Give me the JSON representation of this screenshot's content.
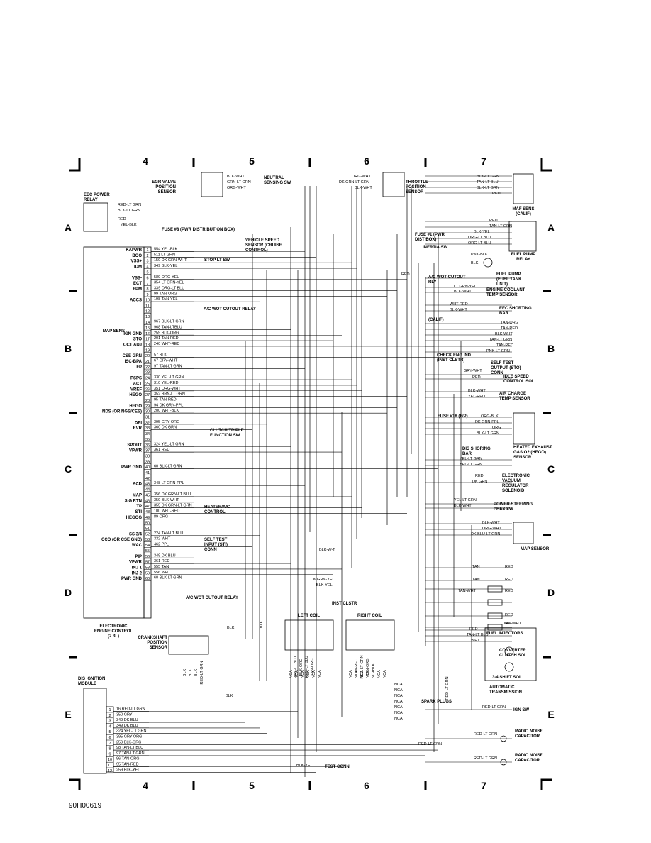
{
  "grid": {
    "columns": [
      "4",
      "5",
      "6",
      "7"
    ],
    "rows": [
      "A",
      "B",
      "C",
      "D",
      "E"
    ]
  },
  "figure_id": "90H00619",
  "eec": {
    "title": "ELECTRONIC ENGINE CONTROL (2.3L)",
    "pins": [
      {
        "n": "1",
        "label": "KAPWR",
        "wire": "554 YEL-BLK"
      },
      {
        "n": "2",
        "label": "BOO",
        "wire": "511 LT GRN"
      },
      {
        "n": "3",
        "label": "VSS+",
        "wire": "150 DK GRN-WHT"
      },
      {
        "n": "4",
        "label": "IDM",
        "wire": "349 BLK-YEL"
      },
      {
        "n": "5",
        "label": "",
        "wire": ""
      },
      {
        "n": "6",
        "label": "VSS-",
        "wire": "589 ORG-YEL"
      },
      {
        "n": "7",
        "label": "ECT",
        "wire": "354 LT GRN-YEL"
      },
      {
        "n": "8",
        "label": "FPM",
        "wire": "339 ORG-LT BLU"
      },
      {
        "n": "9",
        "label": "",
        "wire": "99 TAN-ORG"
      },
      {
        "n": "10",
        "label": "ACCS",
        "wire": "198 TAN-YEL"
      },
      {
        "n": "11",
        "label": "",
        "wire": ""
      },
      {
        "n": "12",
        "label": "",
        "wire": ""
      },
      {
        "n": "13",
        "label": "",
        "wire": ""
      },
      {
        "n": "14",
        "label": "",
        "wire": "967 BLK-LT GRN"
      },
      {
        "n": "15",
        "label": "",
        "wire": "968 TAN-LTBLU"
      },
      {
        "n": "16",
        "label": "IGN GND",
        "wire": "259 BLK-ORG"
      },
      {
        "n": "17",
        "label": "STO",
        "wire": "201 TAN-RED"
      },
      {
        "n": "18",
        "label": "OCT ADJ",
        "wire": "240 WHT-RED"
      },
      {
        "n": "19",
        "label": "",
        "wire": ""
      },
      {
        "n": "20",
        "label": "CSE GRN",
        "wire": "57 BLK"
      },
      {
        "n": "21",
        "label": "ISC-BPA",
        "wire": "67 GRY-WHT"
      },
      {
        "n": "22",
        "label": "FP",
        "wire": "97 TAN-LT GRN"
      },
      {
        "n": "23",
        "label": "",
        "wire": ""
      },
      {
        "n": "24",
        "label": "PSPS",
        "wire": "330 YEL-LT GRN"
      },
      {
        "n": "25",
        "label": "ACT",
        "wire": "310 YEL-RED"
      },
      {
        "n": "26",
        "label": "VREF",
        "wire": "351 ORG-WHT"
      },
      {
        "n": "27",
        "label": "HEGO",
        "wire": "352 BRN-LT GRN"
      },
      {
        "n": "28",
        "label": "",
        "wire": "95 TAN-RED"
      },
      {
        "n": "29",
        "label": "HEGO",
        "wire": "94 DK GRN-PPL"
      },
      {
        "n": "30",
        "label": "NDS (OR NGS/CES)",
        "wire": "200 WHT-BLK"
      },
      {
        "n": "31",
        "label": "",
        "wire": ""
      },
      {
        "n": "32",
        "label": "DPI",
        "wire": "395 GRY-ORG"
      },
      {
        "n": "33",
        "label": "EVR",
        "wire": "360 DK GRN"
      },
      {
        "n": "34",
        "label": "",
        "wire": ""
      },
      {
        "n": "35",
        "label": "",
        "wire": ""
      },
      {
        "n": "36",
        "label": "SPOUT",
        "wire": "324 YEL-LT GRN"
      },
      {
        "n": "37",
        "label": "VPWR",
        "wire": "361 RED"
      },
      {
        "n": "38",
        "label": "",
        "wire": ""
      },
      {
        "n": "39",
        "label": "",
        "wire": ""
      },
      {
        "n": "40",
        "label": "PWR GND",
        "wire": "60 BLK-LT GRN"
      },
      {
        "n": "41",
        "label": "",
        "wire": ""
      },
      {
        "n": "42",
        "label": "",
        "wire": ""
      },
      {
        "n": "43",
        "label": "ACD",
        "wire": "348 LT GRN-PPL"
      },
      {
        "n": "44",
        "label": "",
        "wire": ""
      },
      {
        "n": "45",
        "label": "MAP",
        "wire": "356 DK GRN-LT BLU"
      },
      {
        "n": "46",
        "label": "SIG RTN",
        "wire": "359 BLK-WHT"
      },
      {
        "n": "47",
        "label": "TP",
        "wire": "355 DK GRN-LT GRN"
      },
      {
        "n": "48",
        "label": "STI",
        "wire": "100 WHT-RED"
      },
      {
        "n": "49",
        "label": "HEGOG",
        "wire": "89 ORG"
      },
      {
        "n": "50",
        "label": "",
        "wire": ""
      },
      {
        "n": "51",
        "label": "",
        "wire": ""
      },
      {
        "n": "52",
        "label": "SS 3/4",
        "wire": "224 TAN-LT BLU"
      },
      {
        "n": "53",
        "label": "CCO (OR CSE GND)",
        "wire": "332 WHT"
      },
      {
        "n": "54",
        "label": "WAC",
        "wire": "462 PPL"
      },
      {
        "n": "55",
        "label": "",
        "wire": ""
      },
      {
        "n": "56",
        "label": "PIP",
        "wire": "349 DK BLU"
      },
      {
        "n": "57",
        "label": "VPWR",
        "wire": "361 RED"
      },
      {
        "n": "58",
        "label": "INJ 1",
        "wire": "555 TAN"
      },
      {
        "n": "59",
        "label": "INJ 2",
        "wire": "556 WHT"
      },
      {
        "n": "60",
        "label": "PWR GND",
        "wire": "60 BLK-LT GRN"
      }
    ]
  },
  "dis_module": {
    "title": "DIS IGNITION MODULE",
    "pins": [
      {
        "n": "1",
        "wire": "16 RED-LT GRN"
      },
      {
        "n": "2",
        "wire": "350 GRY"
      },
      {
        "n": "3",
        "wire": "349 DK BLU"
      },
      {
        "n": "4",
        "wire": "349 DK BLU"
      },
      {
        "n": "5",
        "wire": "324 YEL-LT GRN"
      },
      {
        "n": "6",
        "wire": "395 GRY-ORG"
      },
      {
        "n": "7",
        "wire": "259 BLK-ORG"
      },
      {
        "n": "8",
        "wire": "98 TAN-LT BLU"
      },
      {
        "n": "9",
        "wire": "97 TAN-LT GRN"
      },
      {
        "n": "10",
        "wire": "96 TAN-ORG"
      },
      {
        "n": "11",
        "wire": "95 TAN-RED"
      },
      {
        "n": "12",
        "wire": "259 BLK-YEL"
      }
    ]
  },
  "components": {
    "eec_power_relay": "EEC POWER RELAY",
    "egr_sensor": "EGR VALVE POSITION SENSOR",
    "neutral_sw": "NEUTRAL SENSING SW",
    "throttle_sensor": "THROTTLE POSITION SENSOR",
    "maf_sens": "MAF SENS (CALIF)",
    "fuse8": "FUSE #8 (PWR DISTRIBUTION BOX)",
    "fuse1": "FUSE #1 (PWR DIST BOX)",
    "inertia_sw": "INERTIA SW",
    "fuel_pump_relay": "FUEL PUMP RELAY",
    "fuel_pump": "FUEL PUMP (FUEL TANK UNIT)",
    "vss": "VEHICLE SPEED SENSOR (CRUISE CONTROL)",
    "stop_lt_sw": "STOP LT SW",
    "ac_wot_relay": "A/C WOT CUTOUT RELAY",
    "ac_wot_cutout_rly": "A/C WOT CUTOUT RLY",
    "ect_sensor": "ENGINE COOLANT TEMP SENSOR",
    "eec_shorting_bar": "EEC SHORTING BAR",
    "calif": "(CALIF)",
    "check_eng": "CHECK ENG IND (INST CLSTR)",
    "self_test_output": "SELF TEST OUTPUT (STO) CONN",
    "idle_speed": "IDLE SPEED CONTROL SOL",
    "air_charge": "AIR CHARGE TEMP SENSOR",
    "fuse18": "FUSE #18 (F/P)",
    "hego_sensor": "HEATED EXHAUST GAS O2 (HEGO) SENSOR",
    "clutch_sw": "CLUTCH TRIPLE FUNCTION SW",
    "dis_shorting": "DIS SHORING BAR",
    "evr_sol": "ELECTRONIC VACUUM REGULATOR SOLENOID",
    "heater_ac": "HEATER/A/C CONTROL",
    "ps_press": "POWER STEERING PRES SW",
    "map_sensor": "MAP SENSOR",
    "self_test_input": "SELF TEST INPUT (STI) CONN",
    "ac_wot_relay2": "A/C WOT CUTOUT RELAY",
    "inst_clstr": "INST CLSTR",
    "fuel_injectors": "FUEL INJECTORS",
    "crank_sensor": "CRANKSHAFT POSITION SENSOR",
    "left_coil": "LEFT COIL",
    "right_coil": "RIGHT COIL",
    "converter_sol": "CONVERTER CLUTCH SOL",
    "shift_sol": "3-4 SHIFT SOL",
    "auto_trans": "AUTOMATIC TRANSMISSION",
    "spark_plugs": "SPARK PLUGS",
    "ign_sw": "IGN SW",
    "radio_cap1": "RADIO NOISE CAPACITOR",
    "radio_cap2": "RADIO NOISE CAPACITOR",
    "test_conn": "TEST CONN",
    "map_sens_left": "MAP SENS",
    "nca": "NCA"
  },
  "wires": {
    "blk_wht": "BLK-WHT",
    "grn_lt_grn": "GRN-LT GRN",
    "org_wht": "ORG-WHT",
    "dk_grn_lt_grn": "DK GRN-LT GRN",
    "blk_lt_grn": "BLK-LT GRN",
    "tan_lt_blu": "TAN-LT BLU",
    "red": "RED",
    "red_lt_grn": "RED-LT GRN",
    "yel_blk": "YEL-BLK",
    "tan_lt_grn": "TAN-LT GRN",
    "blk_yel": "BLK-YEL",
    "org_lt_blu": "ORG-LT BLU",
    "pnk_blk": "PNK-BLK",
    "blk": "BLK",
    "lt_grn_yel": "LT GRN-YEL",
    "wht_red": "WHT-RED",
    "tan_org": "TAN-ORG",
    "tan_red": "TAN-RED",
    "pnk_lt_grn": "PNK-LT GRN",
    "gry_wht": "GRY-WHT",
    "yel_red": "YEL-RED",
    "org_blk": "ORG-BLK",
    "dk_grn_ppl": "DK GRN-PPL",
    "org": "ORG",
    "yel_lt_grn": "YEL-LT GRN",
    "dk_grn": "DK GRN",
    "dk_grn_yel": "DK GRN-YEL",
    "dk_blu_lt_grn": "DK BLU-LT GRN",
    "tan": "TAN",
    "tan_wht": "TAN-WHT",
    "wht": "WHT",
    "blk_w_t": "BLK-W-T",
    "blk_org": "BLK-ORG",
    "blk_lt_blu": "BLK-LT BLU",
    "blk_red": "BLK-RED",
    "blk_lt_grn2": "BLK-LT GRN",
    "red_lt_blu": "RED-LT BLU",
    "red_lt_grn2": "RED-LT GRN",
    "tan_lt_blu2": "TAN-LT BLU"
  }
}
